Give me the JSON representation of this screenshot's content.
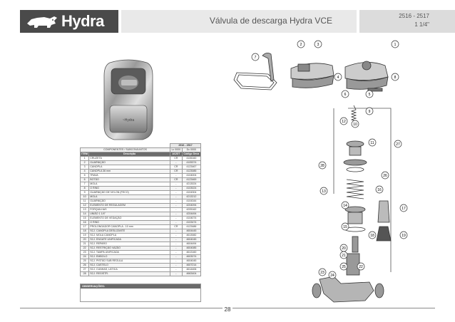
{
  "header": {
    "brand": "Hydra",
    "title": "Válvula de descarga Hydra VCE",
    "codes": "2516 - 2517",
    "size": "1 1/4\""
  },
  "table": {
    "model_header": "2516 - 2517",
    "components_label": "COMPONENTES / SUBCONJUNTOS",
    "col_model_1": "Lc  0000",
    "col_model_2": "Dc  0000",
    "col_item": "ITEM",
    "col_desc": "Descrição",
    "col_ac": "AC/DT",
    "col_code": "Código Deca",
    "rows": [
      {
        "item": "1",
        "desc": "CRUZETA",
        "ac": "CR",
        "code": "4106160"
      },
      {
        "item": "2",
        "desc": "GUARNIÇÃO",
        "ac": "-",
        "code": "4105374"
      },
      {
        "item": "3",
        "desc": "CANOPLA",
        "ac": "CR",
        "code": "4123467"
      },
      {
        "item": "4",
        "desc": "CANOPLA 36 mm",
        "ac": "CR",
        "code": "4123085"
      },
      {
        "item": "5",
        "desc": "TRAVA",
        "ac": "-",
        "code": "4104004"
      },
      {
        "item": "6",
        "desc": "BOTÃO",
        "ac": "CR",
        "code": "4123469"
      },
      {
        "item": "7",
        "desc": "MOLA",
        "ac": "-",
        "code": "4213024"
      },
      {
        "item": "8",
        "desc": "O RING",
        "ac": "-",
        "code": "4103024"
      },
      {
        "item": "9",
        "desc": "GUARNIÇÃO DE NYLON (FECO)",
        "ac": "-",
        "code": "4104304"
      },
      {
        "item": "10",
        "desc": "MOLA",
        "ac": "-",
        "code": "4213212"
      },
      {
        "item": "11",
        "desc": "GUARNIÇÃO",
        "ac": "-",
        "code": "4104344"
      },
      {
        "item": "12",
        "desc": "ELEMENTO DE REGULAGEM",
        "ac": "-",
        "code": "4204094"
      },
      {
        "item": "13",
        "desc": "FORQUILHAS",
        "ac": "-",
        "code": "4205162"
      },
      {
        "item": "14",
        "desc": "UNIÃO 1 1/4\"",
        "ac": "-",
        "code": "4204494"
      },
      {
        "item": "15",
        "desc": "ELEMENTO DE VEDAÇÃO",
        "ac": "-",
        "code": "4104074"
      },
      {
        "item": "16",
        "desc": "O RING",
        "ac": "-",
        "code": "4103474"
      },
      {
        "item": "17",
        "desc": "PROLONGADOR CANOPLA - 10 mm",
        "ac": "CR",
        "code": "4123486"
      },
      {
        "item": "18",
        "desc": "SCJ. CANOPLA DESLIZANTE",
        "ac": "-",
        "code": "4604445"
      },
      {
        "item": "19",
        "desc": "SCJ. MOLA CANOPLA",
        "ac": "-",
        "code": "4613082"
      },
      {
        "item": "20",
        "desc": "SCJ. ENGATE UNIFICADA",
        "ac": "-",
        "code": "4604045"
      },
      {
        "item": "21",
        "desc": "SCJ. REPARO",
        "ac": "-",
        "code": "4604494"
      },
      {
        "item": "22",
        "desc": "SCJ. RESTRIÇÃO VAZÃO",
        "ac": "-",
        "code": "4604085"
      },
      {
        "item": "23",
        "desc": "SCJ. TAMPA UNIFICADA",
        "ac": "-",
        "code": "4613160"
      },
      {
        "item": "24",
        "desc": "SCJ. EMBOLO",
        "ac": "-",
        "code": "4603074"
      },
      {
        "item": "25",
        "desc": "SCJ. PISTÃO SUB RÉGULA",
        "ac": "-",
        "code": "4604045"
      },
      {
        "item": "26",
        "desc": "SCJ. CASTELO",
        "ac": "-",
        "code": "4607214"
      },
      {
        "item": "27",
        "desc": "SCJ. CUNHAS, LÂTICA",
        "ac": "-",
        "code": "4614406"
      },
      {
        "item": "28",
        "desc": "SCJ. REGISTR.",
        "ac": "-",
        "code": "4663404"
      }
    ]
  },
  "observations_label": "OBSERVAÇÕES:",
  "diagram": {
    "callouts": [
      "7",
      "2",
      "3",
      "1",
      "4",
      "6",
      "5",
      "8",
      "9",
      "10",
      "11",
      "12",
      "13",
      "14",
      "15",
      "16",
      "17",
      "18",
      "19",
      "20",
      "21",
      "22",
      "23",
      "24",
      "25",
      "26",
      "27",
      "28"
    ]
  },
  "footer": {
    "page": "28"
  },
  "colors": {
    "header_dark": "#4a4a4a",
    "header_light": "#e9e9e9",
    "table_dark": "#6b6b6b"
  }
}
